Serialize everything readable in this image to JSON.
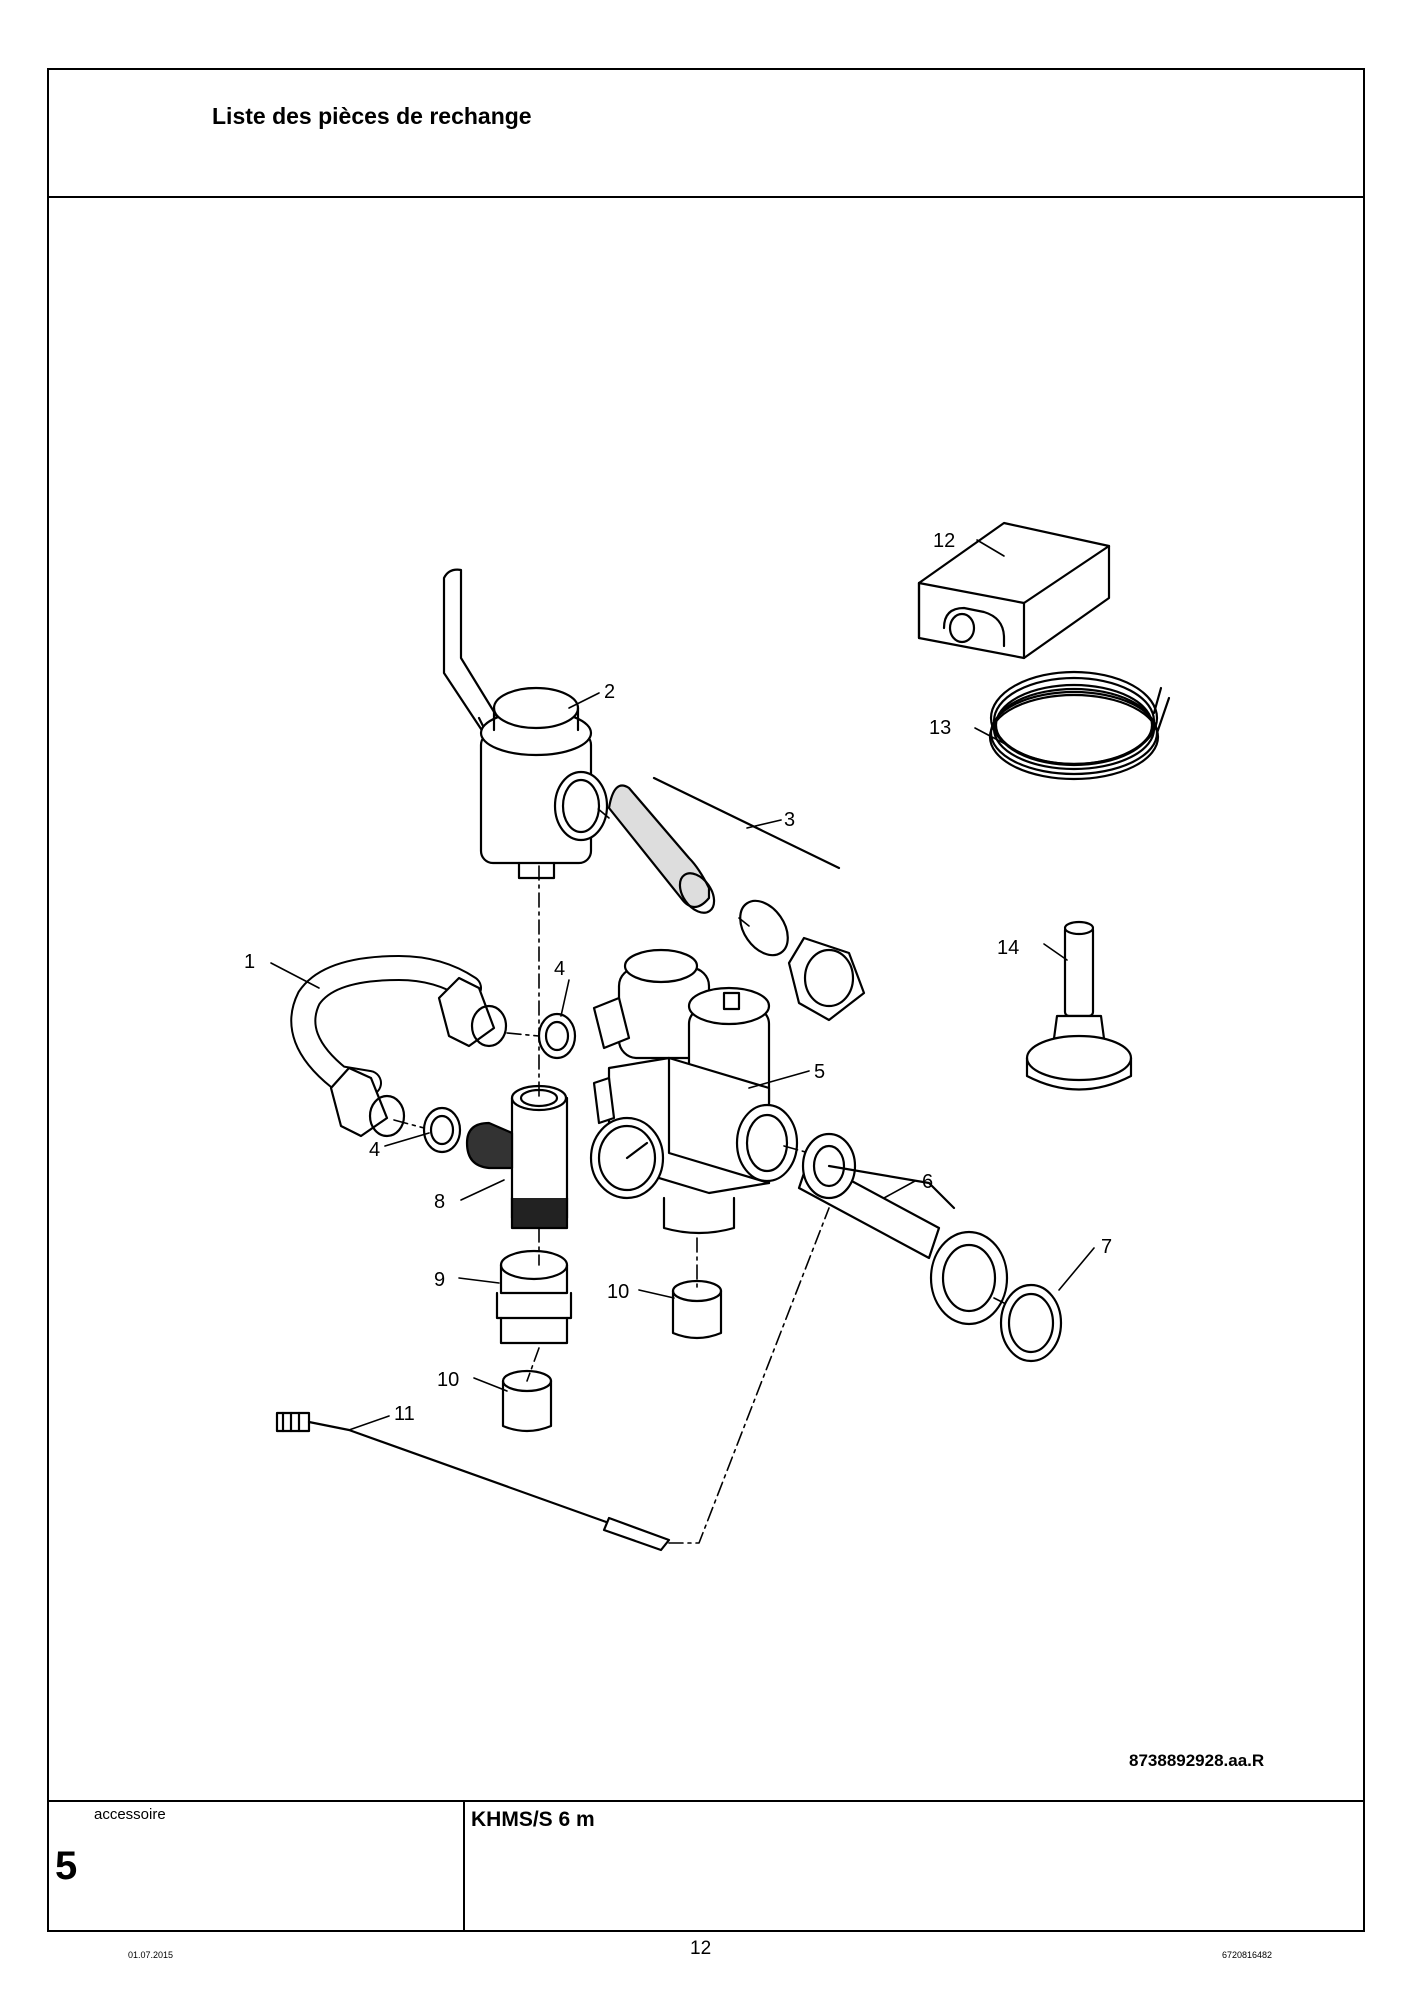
{
  "header": {
    "title": "Liste des pièces de rechange"
  },
  "drawing": {
    "reference": "8738892928.aa.R",
    "labels": [
      "1",
      "2",
      "3",
      "4",
      "4",
      "5",
      "6",
      "7",
      "8",
      "9",
      "10",
      "10",
      "11",
      "12",
      "13",
      "14"
    ]
  },
  "footer": {
    "category": "accessoire",
    "chapter": "5",
    "model": "KHMS/S 6 m",
    "date": "01.07.2015",
    "page": "12",
    "doc_number": "6720816482"
  }
}
